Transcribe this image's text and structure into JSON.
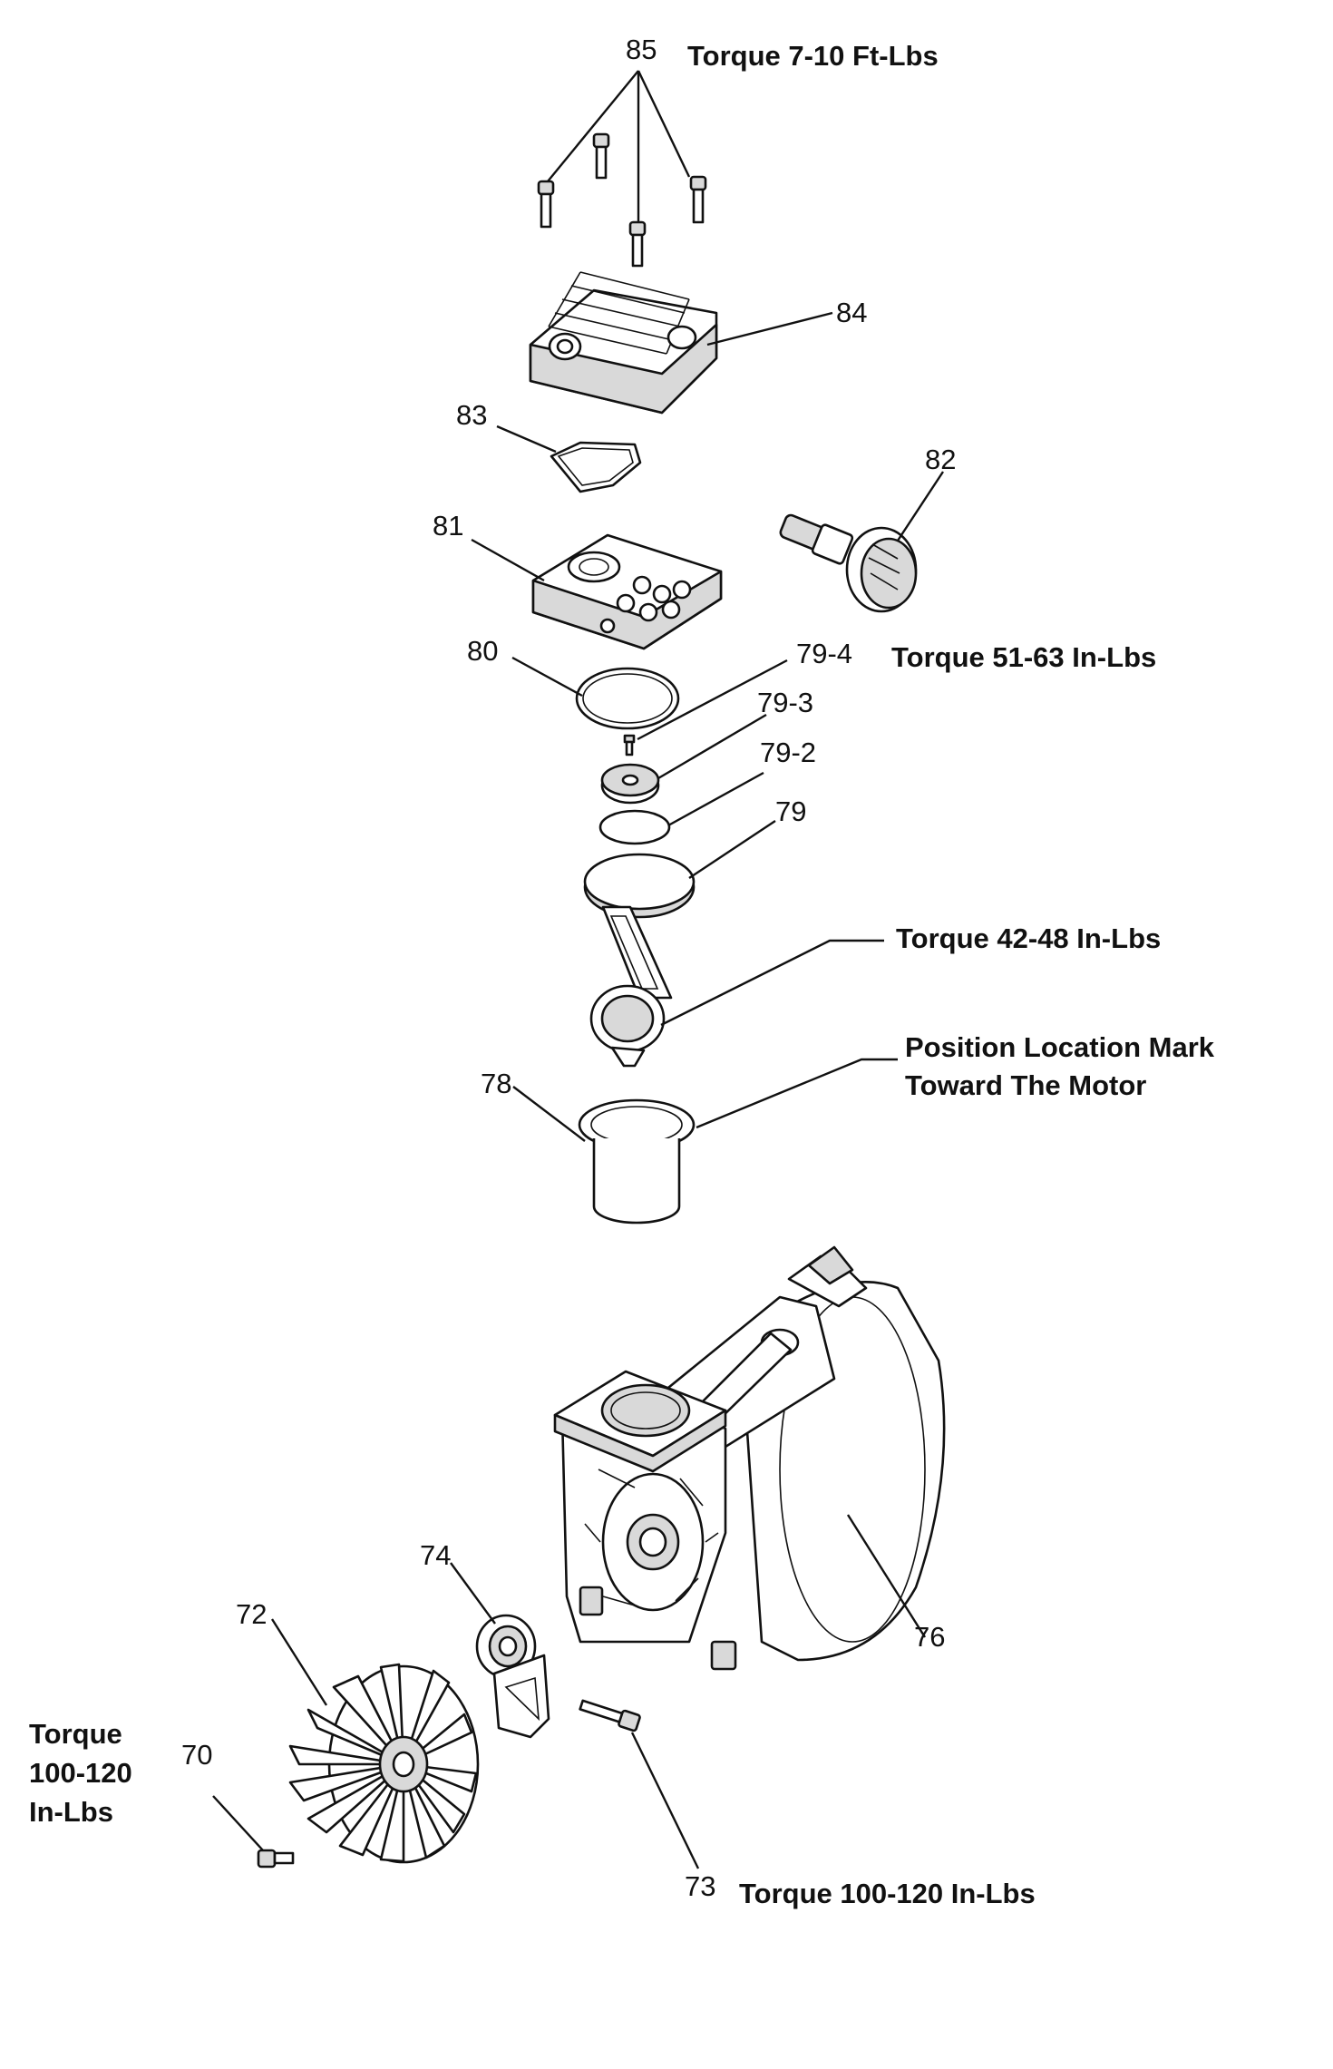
{
  "callouts": {
    "n85": "85",
    "n84": "84",
    "n83": "83",
    "n82": "82",
    "n81": "81",
    "n80": "80",
    "n79_4": "79-4",
    "n79_3": "79-3",
    "n79_2": "79-2",
    "n79": "79",
    "n78": "78",
    "n76": "76",
    "n74": "74",
    "n72": "72",
    "n70": "70",
    "n73": "73"
  },
  "notes": {
    "torque_85": "Torque 7-10 Ft-Lbs",
    "torque_79_4": "Torque 51-63 In-Lbs",
    "torque_rod": "Torque 42-48 In-Lbs",
    "position_line1": "Position Location Mark",
    "position_line2": "Toward The Motor",
    "torque_70_line1": "Torque",
    "torque_70_line2": "100-120",
    "torque_70_line3": "In-Lbs",
    "torque_73": "Torque 100-120 In-Lbs"
  }
}
